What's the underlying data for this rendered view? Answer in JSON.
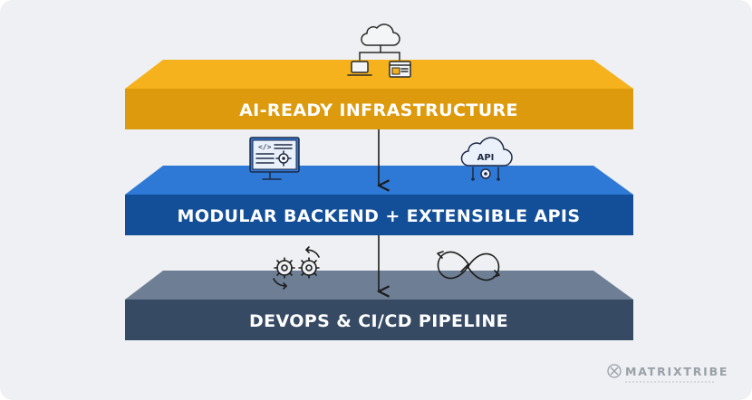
{
  "layers": [
    {
      "label": "AI-READY INFRASTRUCTURE",
      "top_color": "#f5b21c",
      "front_color": "#dc9a0c"
    },
    {
      "label": "MODULAR BACKEND + EXTENSIBLE APIS",
      "top_color": "#2f79d6",
      "front_color": "#134f98"
    },
    {
      "label": "DEVOPS & CI/CD PIPELINE",
      "top_color": "#6e7f95",
      "front_color": "#364a64"
    }
  ],
  "icons": [
    {
      "name": "cloud-network-icon"
    },
    {
      "name": "code-monitor-settings-icon"
    },
    {
      "name": "api-cloud-icon",
      "text": "API"
    },
    {
      "name": "gears-cycle-icon"
    },
    {
      "name": "infinity-loop-icon"
    }
  ],
  "brand": {
    "name": "MATRIXTRIBE"
  }
}
